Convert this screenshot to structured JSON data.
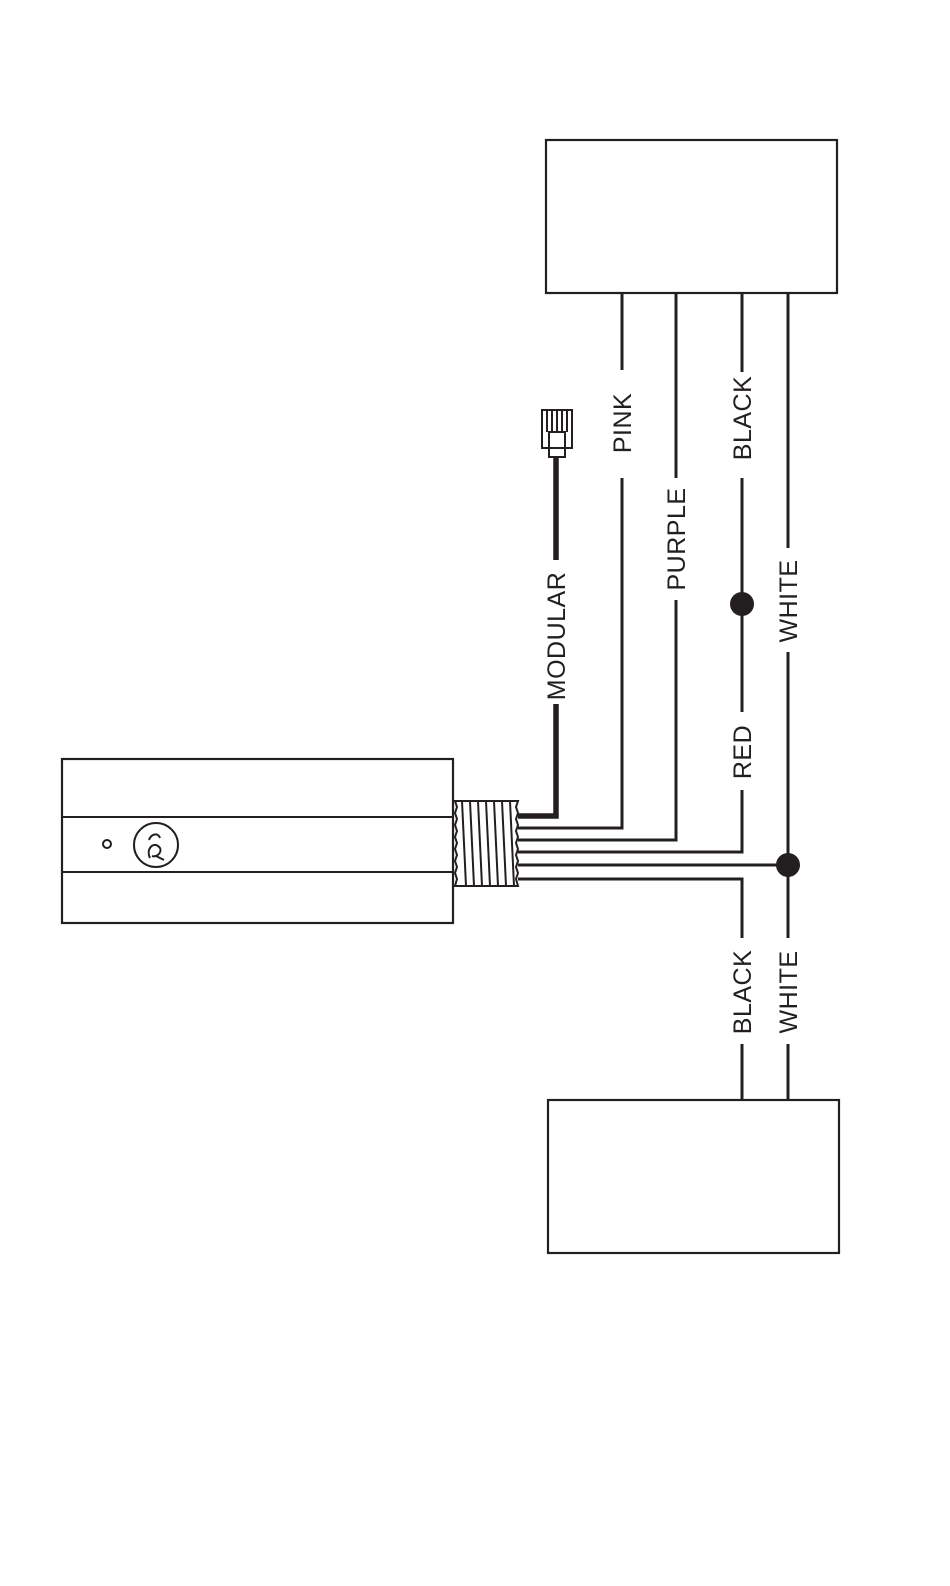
{
  "diagram": {
    "wire_labels": {
      "modular": "MODULAR",
      "pink": "PINK",
      "purple": "PURPLE",
      "black_top": "BLACK",
      "white_top": "WHITE",
      "red": "RED",
      "black_bottom": "BLACK",
      "white_bottom": "WHITE"
    },
    "colors": {
      "line": "#231f20",
      "background": "#ffffff"
    },
    "icons": {
      "device_logo": "flame-logo-icon",
      "modular_plug": "rj-modular-plug-icon",
      "led": "status-led-icon"
    }
  }
}
